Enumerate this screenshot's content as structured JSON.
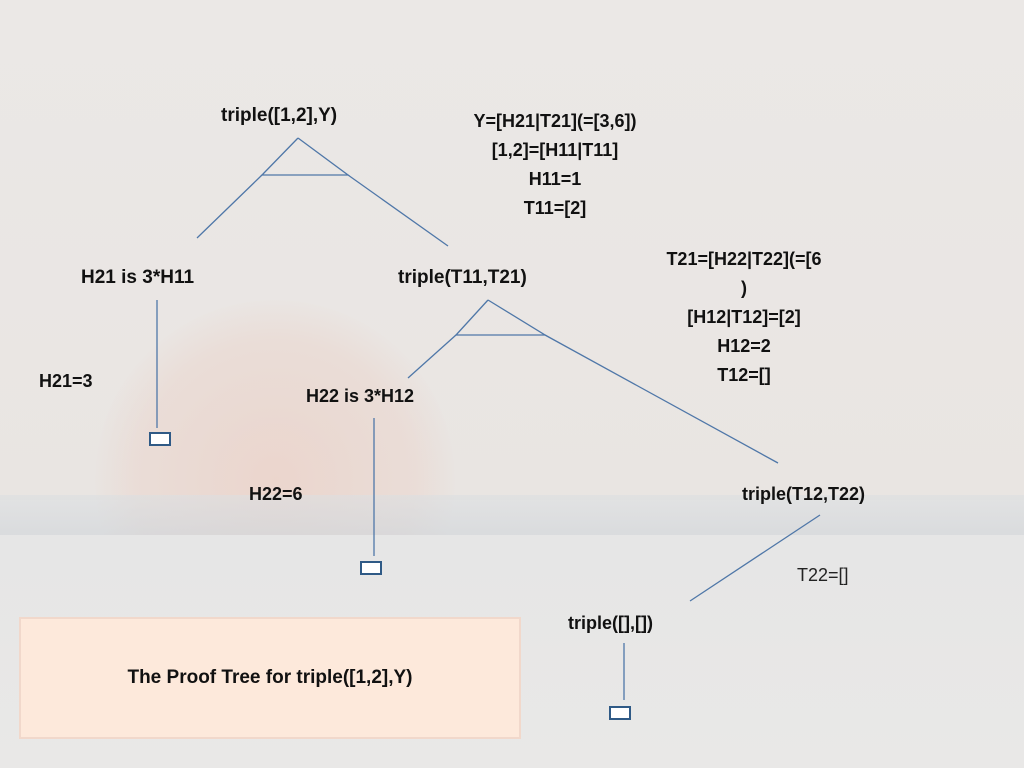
{
  "nodes": {
    "root": "triple([1,2],Y)",
    "h21_goal": "H21 is 3*H11",
    "triple_t11": "triple(T11,T21)",
    "h22_goal": "H22 is 3*H12",
    "triple_t12": "triple(T12,T22)",
    "triple_empty": "triple([],[])"
  },
  "bindings": {
    "root": [
      "Y=[H21|T21](=[3,6])",
      "[1,2]=[H11|T11]",
      "H11=1",
      "T11=[2]"
    ],
    "t11": [
      "T21=[H22|T22](=[6",
      ")",
      "[H12|T12]=[2]",
      "H12=2",
      "T12=[]"
    ],
    "h21": "H21=3",
    "h22": "H22=6",
    "t22": "T22=[]"
  },
  "caption": "The Proof Tree for triple([1,2],Y)",
  "colors": {
    "edge": "#4f77a8",
    "leaf_border": "#2f5a86",
    "caption_bg": "#fde9db"
  }
}
